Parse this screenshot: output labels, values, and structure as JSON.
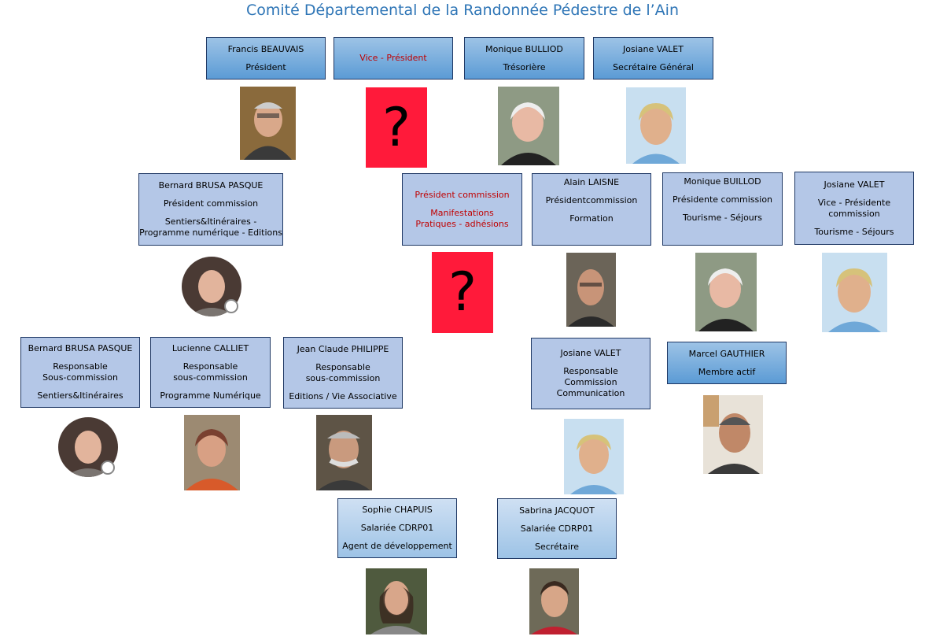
{
  "title": "Comité Départemental de la Randonnée Pédestre de l’Ain",
  "row1": [
    {
      "name": "Francis BEAUVAIS",
      "role": "Président"
    },
    {
      "role": "Vice - Président"
    },
    {
      "name": "Monique BULLIOD",
      "role": "Trésorière"
    },
    {
      "name": "Josiane VALET",
      "role": "Secrétaire Général"
    }
  ],
  "row2": [
    {
      "name": "Bernard BRUSA PASQUE",
      "role": "Président commission",
      "extra1": "Sentiers&Itinéraires -",
      "extra2": "Programme numérique - Editions"
    },
    {
      "role": "Président commission",
      "extra1": "Manifestations",
      "extra2": "Pratiques - adhésions"
    },
    {
      "name": "Alain LAISNE",
      "role": "Présidentcommission",
      "extra1": "Formation"
    },
    {
      "name": "Monique BUILLOD",
      "role": "Présidente commission",
      "extra1": "Tourisme - Séjours"
    },
    {
      "name": "Josiane VALET",
      "role": "Vice - Présidente",
      "role2": "commission",
      "extra1": "Tourisme - Séjours"
    }
  ],
  "row3": [
    {
      "name": "Bernard BRUSA PASQUE",
      "role": "Responsable",
      "role2": "Sous-commission",
      "extra1": "Sentiers&Itinéraires"
    },
    {
      "name": "Lucienne CALLIET",
      "role": "Responsable",
      "role2": "sous-commission",
      "extra1": "Programme Numérique"
    },
    {
      "name": "Jean Claude PHILIPPE",
      "role": "Responsable",
      "role2": "sous-commission",
      "extra1": "Editions / Vie Associative"
    },
    {
      "name": "Josiane VALET",
      "role": "Responsable",
      "role2": "Commission",
      "role3": "Communication"
    },
    {
      "name": "Marcel GAUTHIER",
      "role": "Membre actif"
    }
  ],
  "row4": [
    {
      "name": "Sophie CHAPUIS",
      "role": "Salariée CDRP01",
      "extra1": "Agent de développement"
    },
    {
      "name": "Sabrina JACQUOT",
      "role": "Salariée CDRP01",
      "extra1": "Secrétaire"
    }
  ],
  "unknown_mark": "?"
}
